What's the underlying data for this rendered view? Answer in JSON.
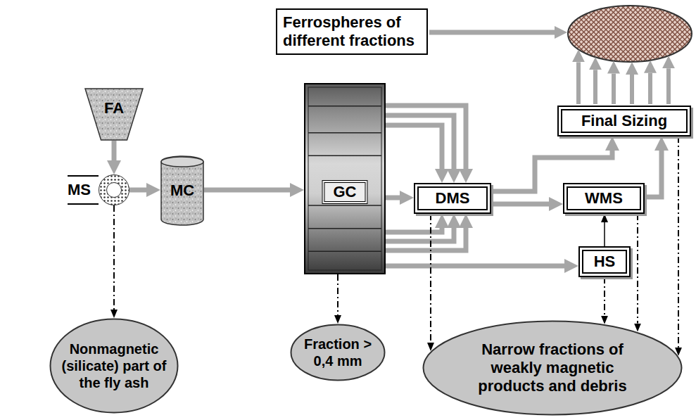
{
  "diagram": {
    "nodes": [
      {
        "text": [
          "Ferrospheres of different fractions"
        ]
      },
      {
        "text": [
          "FA"
        ]
      },
      {
        "text": [
          "MS"
        ]
      },
      {
        "text": [
          "MC"
        ]
      },
      {
        "text": [
          "GC"
        ]
      },
      {
        "text": [
          "DMS"
        ]
      },
      {
        "text": [
          "WMS"
        ]
      },
      {
        "text": [
          "HS"
        ]
      },
      {
        "text": [
          "Final Sizing"
        ]
      },
      {
        "text": [
          "Nonmagnetic (silicate) part of the fly ash"
        ]
      },
      {
        "text": [
          "Fraction > 0,4 mm"
        ]
      },
      {
        "text": [
          "Narrow fractions of weakly magnetic products and debris"
        ]
      }
    ],
    "edges": [
      {
        "from": 1,
        "to": 2,
        "arrow": "to"
      },
      {
        "from": 2,
        "to": 3,
        "arrow": "to"
      },
      {
        "from": 3,
        "to": 4,
        "arrow": "to"
      },
      {
        "from": 4,
        "to": 5,
        "arrow": "to"
      },
      {
        "from": 4,
        "to": 7,
        "arrow": "to"
      },
      {
        "from": 5,
        "to": 6,
        "arrow": "to"
      },
      {
        "from": 7,
        "to": 6,
        "arrow": "to"
      },
      {
        "from": 5,
        "to": 8,
        "arrow": "to"
      },
      {
        "from": 6,
        "to": 8,
        "arrow": "to"
      },
      {
        "from": 2,
        "to": 9,
        "arrow": "to"
      },
      {
        "from": 4,
        "to": 10,
        "arrow": "to"
      },
      {
        "from": 5,
        "to": 11,
        "arrow": "to"
      },
      {
        "from": 7,
        "to": 11,
        "arrow": "to"
      },
      {
        "from": 6,
        "to": 11,
        "arrow": "to"
      },
      {
        "from": 8,
        "to": 11,
        "arrow": "to"
      }
    ]
  }
}
